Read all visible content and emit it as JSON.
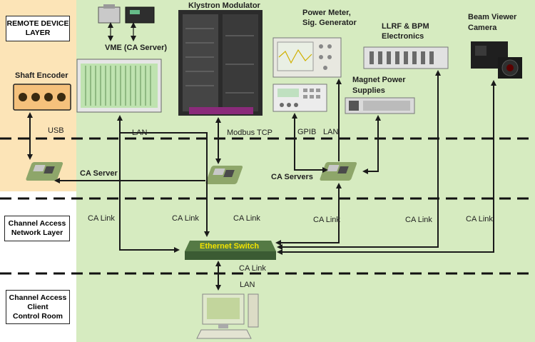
{
  "layers": {
    "remote": "REMOTE DEVICE LAYER",
    "network": "Channel Access Network Layer",
    "client": "Channel Access Client Control Room",
    "network_lines": [
      "Channel Access",
      "Network  Layer"
    ],
    "client_lines": [
      "Channel Access",
      "Client",
      "Control  Room"
    ]
  },
  "devices": {
    "shaft_encoder": "Shaft  Encoder",
    "vme": "VME (CA  Server)",
    "klystron": "Klystron  Modulator",
    "power_meter": [
      "Power Meter,",
      "Sig. Generator"
    ],
    "llrf": [
      "LLRF & BPM",
      "Electronics"
    ],
    "beam_viewer": [
      "Beam  Viewer",
      "Camera"
    ],
    "magnet": [
      "Magnet  Power",
      "Supplies"
    ]
  },
  "links": {
    "usb": "USB",
    "lan_vme": "LAN",
    "modbus": "Modbus TCP",
    "gpib": "GPIB",
    "lan_pm": "LAN",
    "ca_server": "CA Server",
    "ca_servers": "CA Servers",
    "ca_link_1": "CA Link",
    "ca_link_2": "CA Link",
    "ca_link_3": "CA Link",
    "ca_link_4": "CA Link",
    "ca_link_5": "CA Link",
    "ca_link_6": "CA Link",
    "ca_link_bottom": "CA Link",
    "lan_bottom": "LAN"
  },
  "switch": "Ethernet  Switch",
  "colors": {
    "remote_bg": "#fce4b7",
    "network_bg": "#d6ebc0",
    "arrow": "#1a1a1a",
    "encoder_bg": "#f5c17c",
    "switch_bg": "#3b5b33",
    "switch_text": "#f2e400"
  },
  "icons": [
    "raspberry-pi-board-icon",
    "ethernet-switch-icon",
    "workstation-icon"
  ]
}
